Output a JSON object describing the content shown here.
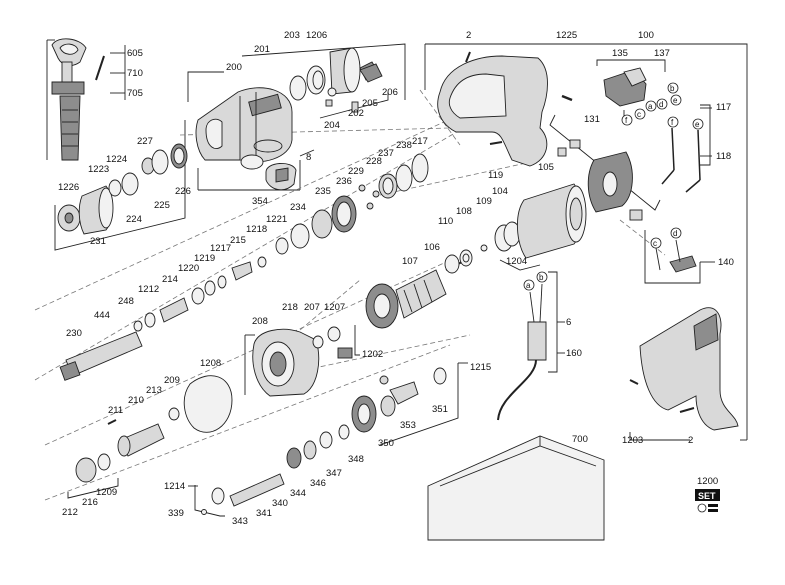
{
  "labels": {
    "l605": "605",
    "l710": "710",
    "l705": "705",
    "l200": "200",
    "l201": "201",
    "l203": "203",
    "l1206": "1206",
    "l2a": "2",
    "l1225": "1225",
    "l100": "100",
    "l135": "135",
    "l137": "137",
    "l117": "117",
    "l118": "118",
    "l227": "227",
    "l1224": "1224",
    "l1223": "1223",
    "l1226": "1226",
    "l224": "224",
    "l225": "225",
    "l226": "226",
    "l231": "231",
    "l354": "354",
    "l8": "8",
    "l204": "204",
    "l202": "202",
    "l205": "205",
    "l206": "206",
    "l217": "217",
    "l238": "238",
    "l237": "237",
    "l228": "228",
    "l229": "229",
    "l236": "236",
    "l235": "235",
    "l234": "234",
    "l1221": "1221",
    "l1218": "1218",
    "l215": "215",
    "l1217": "1217",
    "l1219": "1219",
    "l1220": "1220",
    "l214": "214",
    "l1212": "1212",
    "l248": "248",
    "l444": "444",
    "l230": "230",
    "l119": "119",
    "l105": "105",
    "l104": "104",
    "l131": "131",
    "l109": "109",
    "l108": "108",
    "l110": "110",
    "l1204": "1204",
    "l106": "106",
    "l107": "107",
    "l140": "140",
    "l6": "6",
    "l160": "160",
    "l218": "218",
    "l207": "207",
    "l1207": "1207",
    "l208": "208",
    "l1202": "1202",
    "l1208": "1208",
    "l209": "209",
    "l213": "213",
    "l210": "210",
    "l211": "211",
    "l1215": "1215",
    "l351": "351",
    "l353": "353",
    "l350": "350",
    "l348": "348",
    "l347": "347",
    "l346": "346",
    "l344": "344",
    "l340": "340",
    "l341": "341",
    "l343": "343",
    "l339": "339",
    "l1214": "1214",
    "l1209": "1209",
    "l216": "216",
    "l212": "212",
    "l700": "700",
    "l1203": "1203",
    "l2b": "2",
    "l1200": "1200"
  },
  "wire_markers": {
    "a": "a",
    "b": "b",
    "c": "c",
    "d": "d",
    "e": "e",
    "f": "f"
  },
  "set_badge": "SET"
}
